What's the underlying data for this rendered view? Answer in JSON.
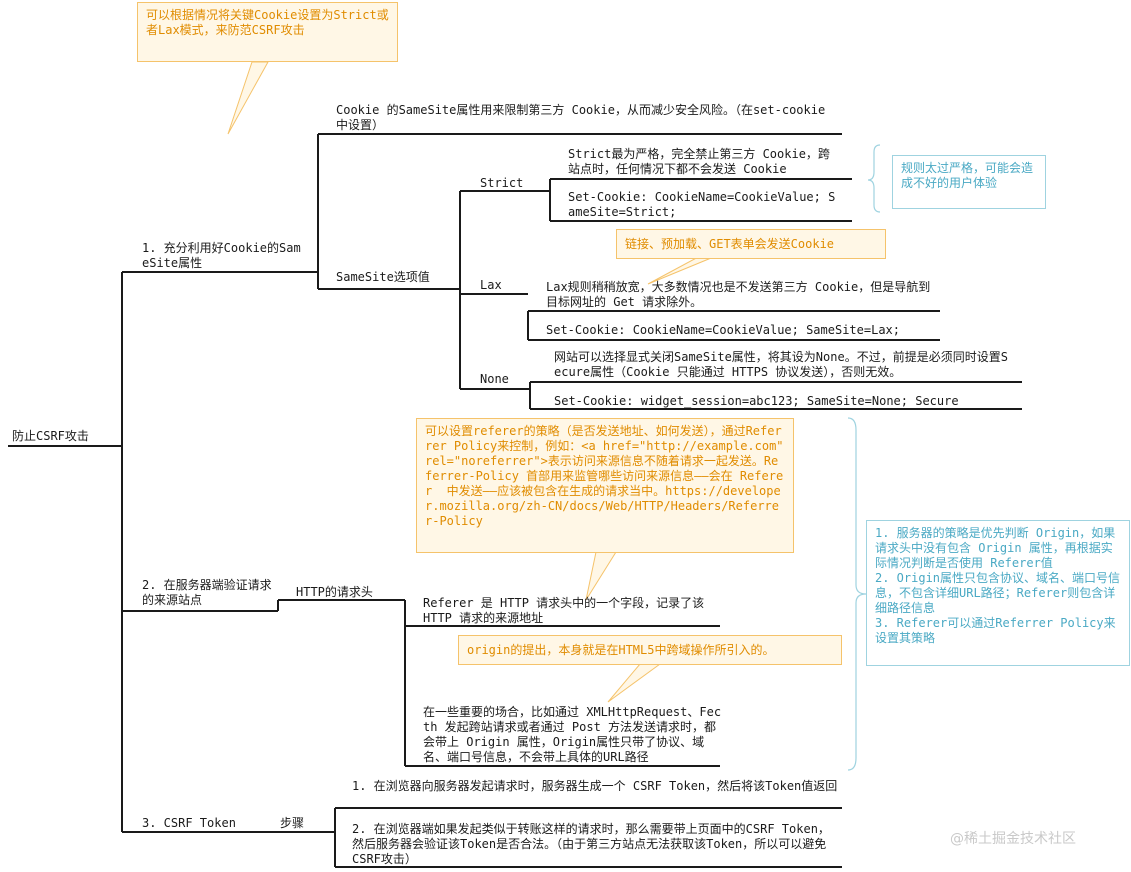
{
  "root": {
    "label": "防止CSRF攻击"
  },
  "branch1": {
    "label": "1. 充分利用好Cookie的SameSite属性",
    "intro": "Cookie 的SameSite属性用来限制第三方 Cookie，从而减少安全风险。（在set-cookie中设置）",
    "options_label": "SameSite选项值",
    "strict": {
      "label": "Strict",
      "desc": "Strict最为严格，完全禁止第三方 Cookie，跨站点时，任何情况下都不会发送 Cookie",
      "example": "Set-Cookie: CookieName=CookieValue; SameSite=Strict;"
    },
    "lax": {
      "label": "Lax",
      "desc": "Lax规则稍稍放宽，大多数情况也是不发送第三方 Cookie，但是导航到目标网址的 Get 请求除外。",
      "example": "Set-Cookie: CookieName=CookieValue; SameSite=Lax;"
    },
    "none": {
      "label": "None",
      "desc": "网站可以选择显式关闭SameSite属性，将其设为None。不过，前提是必须同时设置Secure属性（Cookie 只能通过 HTTPS 协议发送），否则无效。",
      "example": "Set-Cookie: widget_session=abc123; SameSite=None; Secure"
    }
  },
  "branch2": {
    "label": "2. 在服务器端验证请求的来源站点",
    "header_label": "HTTP的请求头",
    "referer": "Referer 是 HTTP 请求头中的一个字段，记录了该 HTTP 请求的来源地址",
    "origin": "在一些重要的场合，比如通过 XMLHttpRequest、Fecth 发起跨站请求或者通过 Post 方法发送请求时，都会带上 Origin 属性，Origin属性只带了协议、域名、端口号信息，不会带上具体的URL路径"
  },
  "branch3": {
    "label": "3. CSRF Token",
    "steps_label": "步骤",
    "step1": "1. 在浏览器向服务器发起请求时，服务器生成一个 CSRF Token，然后将该Token值返回",
    "step2": "2. 在浏览器端如果发起类似于转账这样的请求时，那么需要带上页面中的CSRF Token，然后服务器会验证该Token是否合法。（由于第三方站点无法获取该Token，所以可以避免CSRF攻击）"
  },
  "notes": {
    "top": "可以根据情况将关键Cookie设置为Strict或者Lax模式，来防范CSRF攻击",
    "strict": "规则太过严格，可能会造成不好的用户体验",
    "lax": "链接、预加载、GET表单会发送Cookie",
    "referrer_policy": "可以设置referer的策略（是否发送地址、如何发送），通过Referrer Policy来控制，例如：<a href=\"http://example.com\" rel=\"noreferrer\">表示访问来源信息不随着请求一起发送。Referrer-Policy 首部用来监管哪些访问来源信息——会在 Referer  中发送——应该被包含在生成的请求当中。https://developer.mozilla.org/zh-CN/docs/Web/HTTP/Headers/Referrer-Policy",
    "origin": "origin的提出，本身就是在HTML5中跨域操作所引入的。",
    "server_policy": "1. 服务器的策略是优先判断 Origin，如果请求头中没有包含 Origin 属性，再根据实际情况判断是否使用 Referer值\n2. Origin属性只包含协议、域名、端口号信息，不包含详细URL路径；Referer则包含详细路径信息\n3. Referer可以通过Referrer Policy来设置其策略"
  },
  "watermark": "@稀土掘金技术社区",
  "colors": {
    "line": "#1a1a1a",
    "note_orange": "#e08c00",
    "note_orange_bg": "#fff7e6",
    "note_blue": "#4aa9c4"
  }
}
